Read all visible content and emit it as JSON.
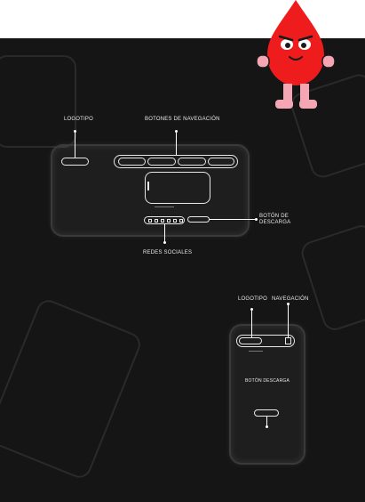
{
  "annotations": {
    "desktop_logo": "LOGOTIPO",
    "desktop_nav": "BOTONES DE NAVEGACIÓN",
    "desktop_download": "BOTÓN DE DESCARGA",
    "desktop_social": "REDES SOCIALES",
    "mobile_logo": "LOGOTIPO",
    "mobile_nav": "NAVEGACIÓN",
    "mobile_download": "BOTÓN DESCARGA"
  },
  "colors": {
    "background": "#151515",
    "header_band": "#ffffff",
    "mascot_red": "#ee1c1c",
    "mascot_boot": "#f4a6b4",
    "line": "#ffffff"
  },
  "icons": {
    "mascot": "blood-drop-mascot"
  }
}
